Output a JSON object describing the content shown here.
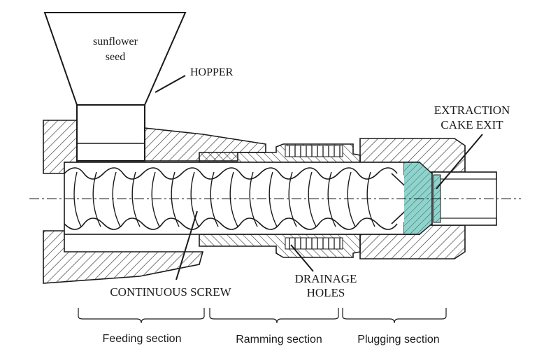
{
  "hopper": {
    "content_line1": "sunflower",
    "content_line2": "seed",
    "label": "HOPPER"
  },
  "labels": {
    "extraction_line1": "EXTRACTION",
    "extraction_line2": "CAKE EXIT",
    "drainage_line1": "DRAINAGE",
    "drainage_line2": "HOLES",
    "screw": "CONTINUOUS SCREW"
  },
  "sections": {
    "feeding": "Feeding section",
    "ramming": "Ramming section",
    "plugging": "Plugging section"
  },
  "colors": {
    "line": "#1a1a1a",
    "hatch": "#333333",
    "cake": "#8fd3cc"
  }
}
